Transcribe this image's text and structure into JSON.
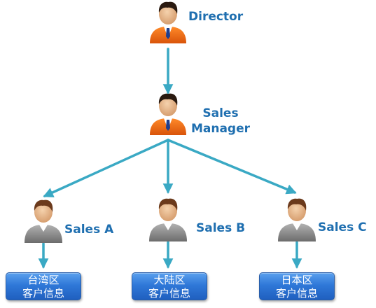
{
  "nodes": {
    "director": {
      "label": "Director"
    },
    "manager": {
      "label_line1": "Sales",
      "label_line2": "Manager"
    },
    "sales_a": {
      "label": "Sales A"
    },
    "sales_b": {
      "label": "Sales B"
    },
    "sales_c": {
      "label": "Sales C"
    }
  },
  "boxes": [
    {
      "line1": "台湾区",
      "line2": "客户信息"
    },
    {
      "line1": "大陆区",
      "line2": "客户信息"
    },
    {
      "line1": "日本区",
      "line2": "客户信息"
    }
  ],
  "colors": {
    "arrow": "#3aa9c4",
    "label": "#1f6fb0",
    "suit_orange": "#ee6a12",
    "suit_gray": "#8a8a8a",
    "box_blue": "#2f78d8"
  }
}
